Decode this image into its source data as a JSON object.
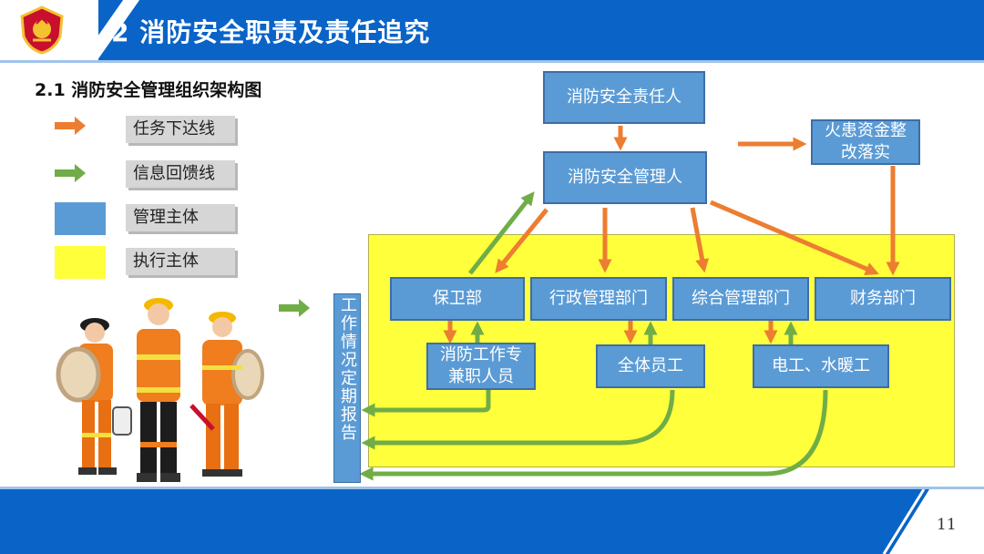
{
  "header": {
    "title": "2 消防安全职责及责任追究",
    "emblem_icon": "fire-rescue-emblem-icon"
  },
  "section": {
    "subtitle": "2.1 消防安全管理组织架构图"
  },
  "legend": {
    "items": [
      {
        "swatch": "orange-arrow-icon",
        "label": "任务下达线",
        "color": "#ed7d31"
      },
      {
        "swatch": "green-arrow-icon",
        "label": "信息回馈线",
        "color": "#70ad47"
      },
      {
        "swatch": "blue-box",
        "label": "管理主体",
        "color": "#5b9bd5"
      },
      {
        "swatch": "yellow-box",
        "label": "执行主体",
        "color": "#ffff3c"
      }
    ]
  },
  "diagram": {
    "top_responsible": "消防安全责任人",
    "manager": "消防安全管理人",
    "hazard_fund": "火患资金整改落实",
    "departments": [
      "保卫部",
      "行政管理部门",
      "综合管理部门",
      "财务部门"
    ],
    "staff": [
      "消防工作专兼职人员",
      "全体员工",
      "电工、水暖工"
    ],
    "report": "工作情况定期报告"
  },
  "colors": {
    "primary_blue": "#0a63c7",
    "box_blue": "#5b9bd5",
    "task_orange": "#ed7d31",
    "feedback_green": "#70ad47",
    "exec_yellow": "#ffff3c"
  },
  "footer": {
    "page_number": "11"
  }
}
